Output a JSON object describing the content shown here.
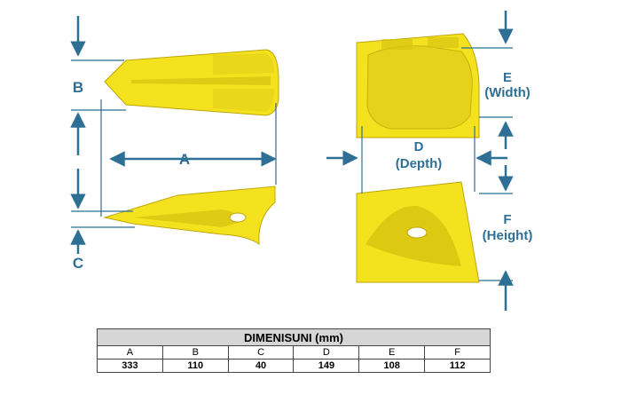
{
  "diagram": {
    "labels": {
      "a": "A",
      "b": "B",
      "c": "C",
      "d_letter": "D",
      "d_word": "(Depth)",
      "e_letter": "E",
      "e_word": "(Width)",
      "f_letter": "F",
      "f_word": "(Height)"
    },
    "colors": {
      "part_fill": "#f5e21f",
      "part_shade": "#d9c411",
      "part_edge": "#bda60a",
      "dimension_ink": "#2e6f95"
    }
  },
  "table": {
    "title": "DIMENISUNI (mm)",
    "headers": [
      "A",
      "B",
      "C",
      "D",
      "E",
      "F"
    ],
    "values": [
      "333",
      "110",
      "40",
      "149",
      "108",
      "112"
    ],
    "header_bg": "#d6d6d6"
  }
}
